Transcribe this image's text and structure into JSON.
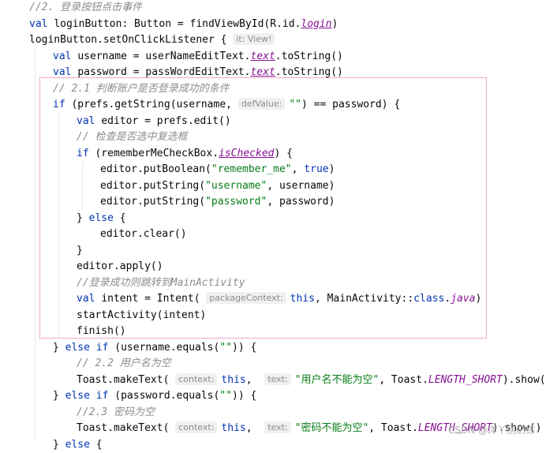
{
  "watermark": "CSDN @洋丫丽奶综",
  "lines": [
    {
      "indent": 1,
      "tokens": [
        {
          "c": "cm",
          "t": "//2. 登录按钮点击事件"
        }
      ]
    },
    {
      "indent": 1,
      "tokens": [
        {
          "c": "kw",
          "t": "val "
        },
        {
          "t": "loginButton: Button = findViewById(R.id."
        },
        {
          "c": "prop",
          "t": "login"
        },
        {
          "t": ")"
        }
      ]
    },
    {
      "indent": 1,
      "tokens": [
        {
          "t": "loginButton.setOnClickListener { "
        },
        {
          "c": "hint",
          "t": "it: View!"
        }
      ]
    },
    {
      "indent": 2,
      "tokens": [
        {
          "c": "kw",
          "t": "val "
        },
        {
          "t": "username = userNameEditText."
        },
        {
          "c": "prop",
          "t": "text"
        },
        {
          "t": ".toString()"
        }
      ]
    },
    {
      "indent": 2,
      "tokens": [
        {
          "c": "kw",
          "t": "val "
        },
        {
          "t": "password = passWordEditText."
        },
        {
          "c": "prop",
          "t": "text"
        },
        {
          "t": ".toString()"
        }
      ]
    },
    {
      "indent": 2,
      "tokens": [
        {
          "c": "cm",
          "t": "// 2.1 判断账户是否登录成功的条件"
        }
      ]
    },
    {
      "indent": 2,
      "tokens": [
        {
          "c": "kw",
          "t": "if "
        },
        {
          "t": "(prefs.getString(username, "
        },
        {
          "c": "hint",
          "t": "defValue:"
        },
        {
          "c": "str",
          "t": "\"\""
        },
        {
          "t": ") == password) {"
        }
      ]
    },
    {
      "indent": 3,
      "tokens": [
        {
          "c": "kw",
          "t": "val "
        },
        {
          "t": "editor = prefs.edit()"
        }
      ]
    },
    {
      "indent": 3,
      "tokens": [
        {
          "c": "cm",
          "t": "// 检查是否选中复选框"
        }
      ]
    },
    {
      "indent": 3,
      "tokens": [
        {
          "c": "kw",
          "t": "if "
        },
        {
          "t": "(rememberMeCheckBox."
        },
        {
          "c": "prop",
          "t": "isChecked"
        },
        {
          "t": ") {"
        }
      ]
    },
    {
      "indent": 4,
      "tokens": [
        {
          "t": "editor.putBoolean("
        },
        {
          "c": "str",
          "t": "\"remember_me\""
        },
        {
          "t": ", "
        },
        {
          "c": "kw",
          "t": "true"
        },
        {
          "t": ")"
        }
      ]
    },
    {
      "indent": 4,
      "tokens": [
        {
          "t": "editor.putString("
        },
        {
          "c": "str",
          "t": "\"username\""
        },
        {
          "t": ", username)"
        }
      ]
    },
    {
      "indent": 4,
      "tokens": [
        {
          "t": "editor.putString("
        },
        {
          "c": "str",
          "t": "\"password\""
        },
        {
          "t": ", password)"
        }
      ]
    },
    {
      "indent": 3,
      "tokens": [
        {
          "t": "} "
        },
        {
          "c": "kw",
          "t": "else "
        },
        {
          "t": "{"
        }
      ]
    },
    {
      "indent": 4,
      "tokens": [
        {
          "t": "editor.clear()"
        }
      ]
    },
    {
      "indent": 3,
      "tokens": [
        {
          "t": "}"
        }
      ]
    },
    {
      "indent": 3,
      "tokens": [
        {
          "t": "editor.apply()"
        }
      ]
    },
    {
      "indent": 3,
      "tokens": [
        {
          "c": "cm",
          "t": "//登录成功则跳转到MainActivity"
        }
      ]
    },
    {
      "indent": 3,
      "tokens": [
        {
          "c": "kw",
          "t": "val "
        },
        {
          "t": "intent = Intent( "
        },
        {
          "c": "hint",
          "t": "packageContext:"
        },
        {
          "c": "kw",
          "t": "this"
        },
        {
          "t": ", MainActivity::"
        },
        {
          "c": "kw",
          "t": "class"
        },
        {
          "t": "."
        },
        {
          "c": "fld",
          "t": "java"
        },
        {
          "t": ")"
        }
      ]
    },
    {
      "indent": 3,
      "tokens": [
        {
          "t": "startActivity(intent)"
        }
      ]
    },
    {
      "indent": 3,
      "tokens": [
        {
          "t": "finish()"
        }
      ]
    },
    {
      "indent": 2,
      "tokens": [
        {
          "t": "} "
        },
        {
          "c": "kw",
          "t": "else if "
        },
        {
          "t": "(username.equals("
        },
        {
          "c": "str",
          "t": "\"\""
        },
        {
          "t": ")) {"
        }
      ]
    },
    {
      "indent": 3,
      "tokens": [
        {
          "c": "cm",
          "t": "// 2.2 用户名为空"
        }
      ]
    },
    {
      "indent": 3,
      "tokens": [
        {
          "t": "Toast.makeText( "
        },
        {
          "c": "hint",
          "t": "context:"
        },
        {
          "c": "kw",
          "t": "this"
        },
        {
          "t": ",  "
        },
        {
          "c": "hint",
          "t": "text:"
        },
        {
          "c": "str",
          "t": "\"用户名不能为空\""
        },
        {
          "t": ", Toast."
        },
        {
          "c": "fld",
          "t": "LENGTH_SHORT"
        },
        {
          "t": ").show()"
        }
      ]
    },
    {
      "indent": 2,
      "tokens": [
        {
          "t": "} "
        },
        {
          "c": "kw",
          "t": "else if "
        },
        {
          "t": "(password.equals("
        },
        {
          "c": "str",
          "t": "\"\""
        },
        {
          "t": ")) {"
        }
      ]
    },
    {
      "indent": 3,
      "tokens": [
        {
          "c": "cm",
          "t": "//2.3 密码为空"
        }
      ]
    },
    {
      "indent": 3,
      "tokens": [
        {
          "t": "Toast.makeText( "
        },
        {
          "c": "hint",
          "t": "context:"
        },
        {
          "c": "kw",
          "t": "this"
        },
        {
          "t": ",  "
        },
        {
          "c": "hint",
          "t": "text:"
        },
        {
          "c": "str",
          "t": "\"密码不能为空\""
        },
        {
          "t": ", Toast."
        },
        {
          "c": "fld",
          "t": "LENGTH_SHORT"
        },
        {
          "t": ").show()"
        }
      ]
    },
    {
      "indent": 2,
      "tokens": [
        {
          "t": "} "
        },
        {
          "c": "kw",
          "t": "else "
        },
        {
          "t": "{"
        }
      ]
    }
  ]
}
